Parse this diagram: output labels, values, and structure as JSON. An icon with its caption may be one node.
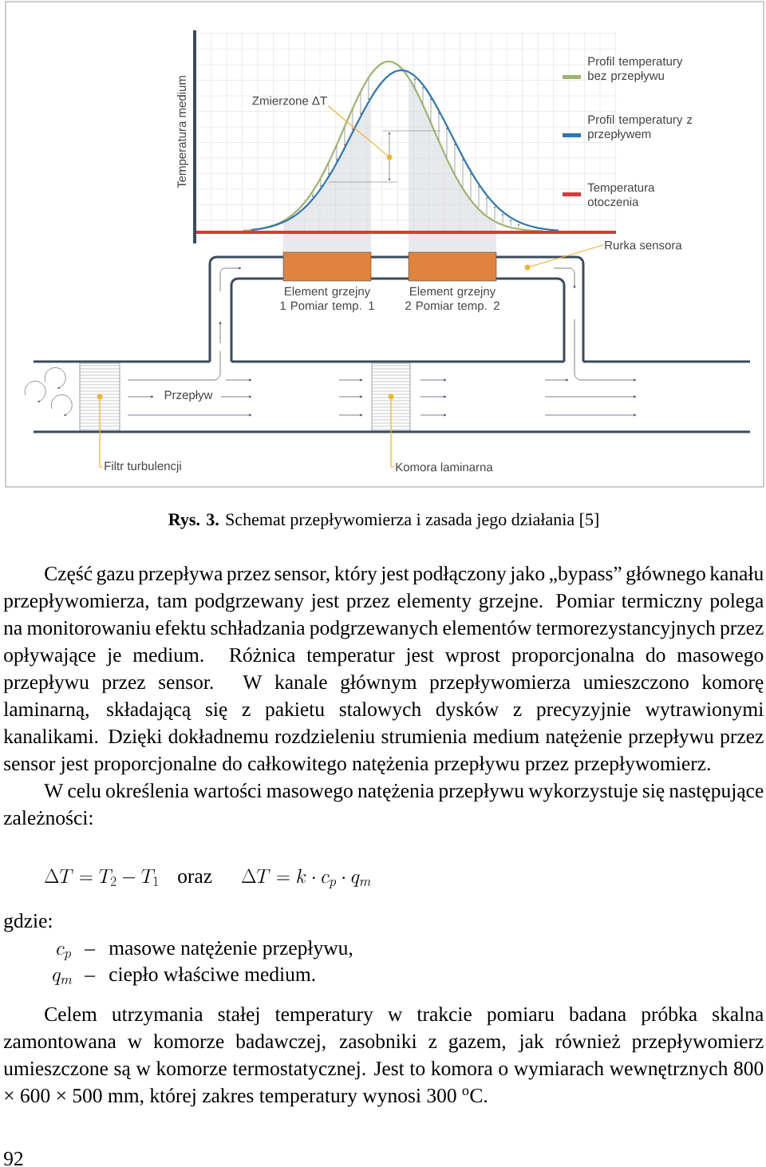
{
  "diagram": {
    "caption": "**Rys. 3.** Schemat przepływomierza i zasada jego działania [5]",
    "nodes": [
      {
        "text": [
          "Zmierzone ΔT"
        ]
      },
      {
        "text": [
          "Rurka sensora"
        ]
      },
      {
        "text": [],
        "shape": "box",
        "beside": [
          "Element grzejny 1 Pomiar temp. 1"
        ]
      },
      {
        "text": [],
        "shape": "box",
        "beside": [
          "Element grzejny 2 Pomiar temp. 2"
        ]
      },
      {
        "text": [
          "Filtr turbulencji"
        ]
      },
      {
        "text": [
          "Komora laminarna"
        ]
      },
      {
        "text": [],
        "shape": "circle"
      },
      {
        "text": [],
        "shape": "circle"
      },
      {
        "text": [],
        "shape": "circle"
      },
      {
        "text": [],
        "shape": "circle"
      }
    ],
    "edges": [
      {
        "from": 0,
        "to": 9,
        "arrow": "none"
      },
      {
        "from": 1,
        "to": 6,
        "arrow": "none"
      },
      {
        "from": 4,
        "to": 7,
        "arrow": "none"
      },
      {
        "from": 5,
        "to": 8,
        "arrow": "none"
      }
    ],
    "labels": [
      "Temperatura medium",
      "Przepływ",
      "Część gazu przepływa przez sensor, który jest podłączony jako „bypass” głównego kanału przepływomierza, tam podgrzewany jest przez elementy grzejne. Pomiar termiczny polega na monitorowaniu efektu schładzania podgrzewanych elementów termorezystancyjnych przez opływające je medium. Różnica temperatur jest wprost proporcjonalna do masowego przepływu przez sensor. W kanale głównym przepływomierza umieszczono komorę laminarną, składającą się z pakietu stalowych dysków z precyzyjnie wytrawionymi kanalikami. Dzięki dokładnemu rozdzieleniu strumienia medium natężenie przepływu przez sensor jest proporcjonalne do całkowitego natężenia przepływu przez przepływomierz.",
      "W celu określenia wartości masowego natężenia przepływu wykorzystuje się następujące zależności:",
      "\\Delta T = T_2 - T_1",
      "oraz",
      "\\Delta T = k\\cdot c_p\\cdot q_m",
      "gdzie:",
      "c_p",
      "–",
      "masowe natężenie przepływu,",
      "q_m",
      "–",
      "ciepło właściwe medium.",
      "Celem utrzymania stałej temperatury w trakcie pomiaru badana próbka skalna zamontowana w komorze badawczej, zasobniki z gazem, jak również przepływomierz umieszczone są w komorze termostatycznej. Jest to komora o wymiarach wewnętrznych 800 × 600 × 500 mm, której zakres temperatury wynosi 300 $^{o}$C.",
      "92"
    ],
    "legend": [
      {
        "text": "Profil temperatury bez przepływu",
        "color": "#9db46e"
      },
      {
        "text": "Profil temperatury z przepływem",
        "color": "#2a78b8"
      },
      {
        "text": "Temperatura otoczenia",
        "color": "#d83a3a"
      }
    ]
  }
}
